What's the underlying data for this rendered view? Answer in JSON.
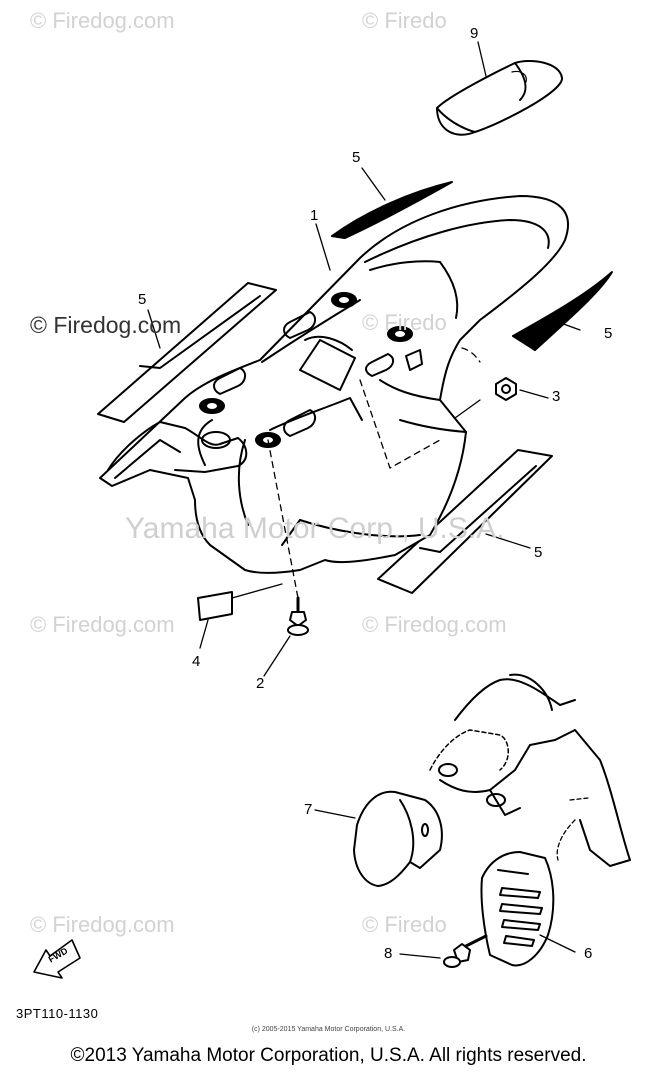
{
  "watermarks": {
    "firedog": "© Firedog.com",
    "firedog_partial": "© Firedo",
    "center": "Yamaha Motor Corp., U.S.A."
  },
  "callouts": [
    "1",
    "2",
    "3",
    "4",
    "5",
    "5",
    "5",
    "5",
    "6",
    "7",
    "8",
    "9"
  ],
  "fwd_label": "FWD",
  "part_code": "3PT110-1130",
  "small_copyright": "(c) 2005-2015 Yamaha Motor Corporation, U.S.A.",
  "copyright": "©2013 Yamaha Motor Corporation, U.S.A. All rights reserved."
}
